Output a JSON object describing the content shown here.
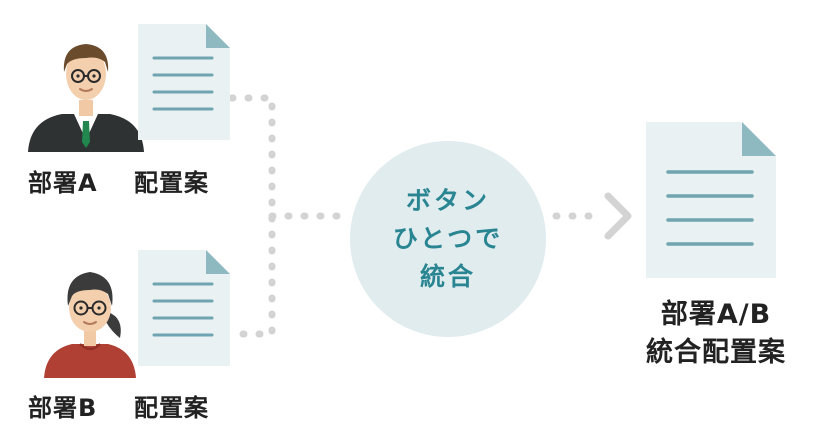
{
  "department_a": {
    "dept_label": "部署A",
    "doc_label": "配置案"
  },
  "department_b": {
    "dept_label": "部署B",
    "doc_label": "配置案"
  },
  "merge_circle": {
    "lines": [
      "ボタン",
      "ひとつで",
      "統合"
    ]
  },
  "result": {
    "lines": [
      "部署A/B",
      "統合配置案"
    ]
  },
  "colors": {
    "teal_text": "#2a8592",
    "circle_fill": "#e1ecee",
    "doc_fill": "#e9f1f3",
    "doc_fold": "#8fb9c1",
    "doc_lines": "#6fa4b0",
    "connector": "#d3d3d3"
  },
  "icons": [
    "person-a-avatar",
    "person-b-avatar",
    "document-icon",
    "arrow-right-icon"
  ]
}
